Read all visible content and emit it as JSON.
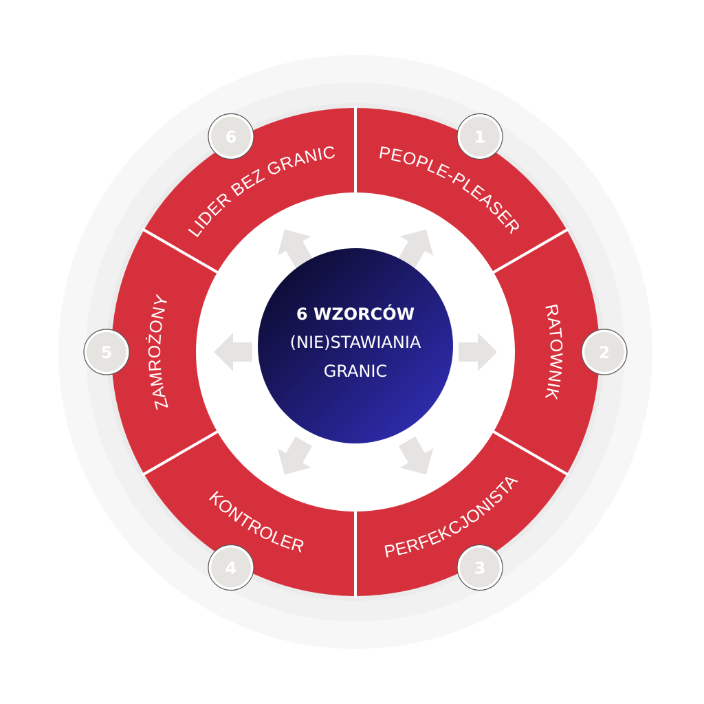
{
  "center": {
    "number": "6",
    "line1_rest": "WZORCÓW",
    "line2": "(NIE)STAWIANIA",
    "line3": "GRANIC"
  },
  "segments": [
    {
      "number": "1",
      "label": "PEOPLE-PLEASER"
    },
    {
      "number": "2",
      "label": "RATOWNIK"
    },
    {
      "number": "3",
      "label": "PERFEKCJONISTA"
    },
    {
      "number": "4",
      "label": "KONTROLER"
    },
    {
      "number": "5",
      "label": "ZAMROŻONY"
    },
    {
      "number": "6",
      "label": "LIDER BEZ GRANIC"
    }
  ],
  "colors": {
    "ring": "#d7303d",
    "arrow": "#e6e4e2",
    "badge": "#e6e4e1",
    "center_dark": "#0c0b30",
    "center_light": "#2f2cb0"
  }
}
